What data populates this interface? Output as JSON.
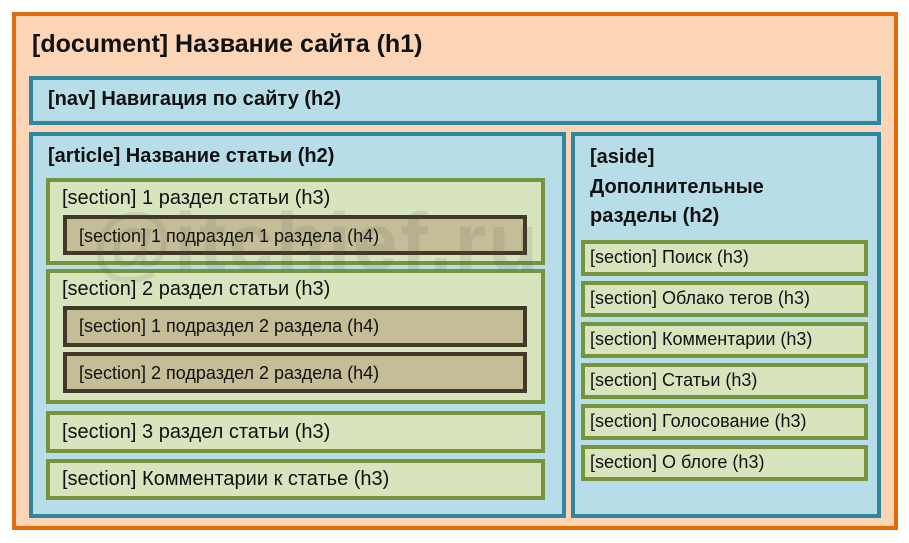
{
  "document": {
    "label": "[document] Название сайта (h1)"
  },
  "nav": {
    "label": "[nav] Навигация по сайту (h2)"
  },
  "article": {
    "label": "[article] Название статьи (h2)",
    "sections": [
      {
        "label": "[section] 1 раздел статьи (h3)",
        "subsections": [
          "[section] 1 подраздел 1 раздела (h4)"
        ]
      },
      {
        "label": "[section] 2 раздел статьи (h3)",
        "subsections": [
          "[section] 1 подраздел 2 раздела (h4)",
          "[section] 2 подраздел 2 раздела (h4)"
        ]
      },
      {
        "label": "[section] 3 раздел статьи (h3)",
        "subsections": []
      },
      {
        "label": "[section] Комментарии к статье (h3)",
        "subsections": []
      }
    ]
  },
  "aside": {
    "label_line1": "[aside]",
    "label_line2": "Дополнительные",
    "label_line3": "разделы (h2)",
    "sections": [
      "[section] Поиск (h3)",
      "[section] Облако тегов (h3)",
      "[section] Комментарии (h3)",
      "[section] Статьи (h3)",
      "[section] Голосование (h3)",
      "[section] О блоге (h3)"
    ]
  },
  "watermark": "@itchief.ru",
  "colors": {
    "document_fill": "#fbd5b5",
    "document_border": "#e36c0a",
    "blue_fill": "#b7dde8",
    "blue_border": "#31859c",
    "green_fill": "#d7e4bd",
    "green_border": "#77933c",
    "tan_fill": "#c4bd97",
    "tan_border": "#3f3a28"
  }
}
